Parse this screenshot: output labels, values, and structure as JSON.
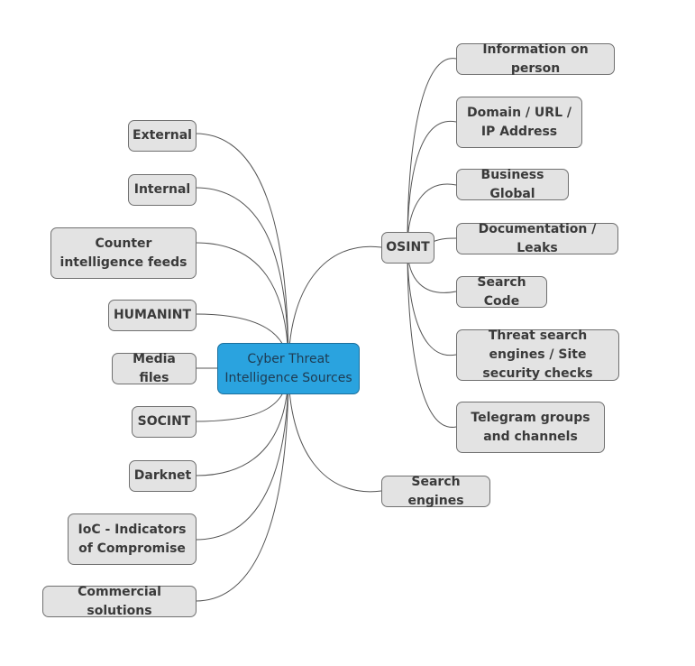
{
  "center": {
    "label": "Cyber Threat Intelligence Sources"
  },
  "left": [
    {
      "id": "external",
      "label": "External"
    },
    {
      "id": "internal",
      "label": "Internal"
    },
    {
      "id": "counter-intelligence-feeds",
      "label": "Counter intelligence feeds"
    },
    {
      "id": "humanint",
      "label": "HUMANINT"
    },
    {
      "id": "media-files",
      "label": "Media files"
    },
    {
      "id": "socint",
      "label": "SOCINT"
    },
    {
      "id": "darknet",
      "label": "Darknet"
    },
    {
      "id": "ioc",
      "label": "IoC - Indicators of Compromise"
    },
    {
      "id": "commercial-solutions",
      "label": "Commercial solutions"
    }
  ],
  "right": [
    {
      "id": "osint",
      "label": "OSINT"
    },
    {
      "id": "search-engines",
      "label": "Search engines"
    }
  ],
  "osint_children": [
    {
      "id": "information-on-person",
      "label": "Information on person"
    },
    {
      "id": "domain-url-ip",
      "label": "Domain / URL / IP Address"
    },
    {
      "id": "business-global",
      "label": "Business Global"
    },
    {
      "id": "documentation-leaks",
      "label": "Documentation / Leaks"
    },
    {
      "id": "search-code",
      "label": "Search Code"
    },
    {
      "id": "threat-search-engines",
      "label": "Threat search engines / Site security checks"
    },
    {
      "id": "telegram-groups",
      "label": "Telegram groups and channels"
    }
  ]
}
